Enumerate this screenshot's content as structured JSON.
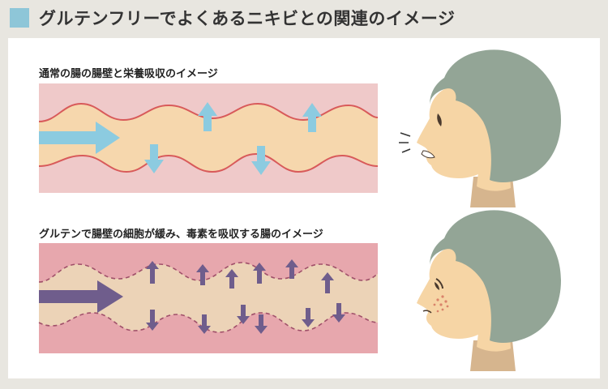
{
  "title": "グルテンフリーでよくあるニキビとの関連のイメージ",
  "sections": [
    {
      "label": "通常の腸の腸壁と栄養吸収のイメージ"
    },
    {
      "label": "グルテンで腸壁の細胞が緩み、毒素を吸収する腸のイメージ"
    }
  ],
  "colors": {
    "accent_square": "#8ec6d8",
    "normal_wall_bg": "#efc9c9",
    "normal_lumen": "#f6d7ad",
    "normal_wall_line": "#d85a5a",
    "normal_arrow": "#8ccbe0",
    "gluten_wall_bg": "#e7a7ad",
    "gluten_lumen": "#ecd3b7",
    "gluten_arrow": "#6f5d8c",
    "hair": "#93a596",
    "skin": "#f6d5a5",
    "neck_collar": "#d6b58e"
  },
  "icons": [
    "arrow-right-icon",
    "arrow-up-icon",
    "arrow-down-icon",
    "face-profile-icon",
    "acne-spots-icon"
  ]
}
